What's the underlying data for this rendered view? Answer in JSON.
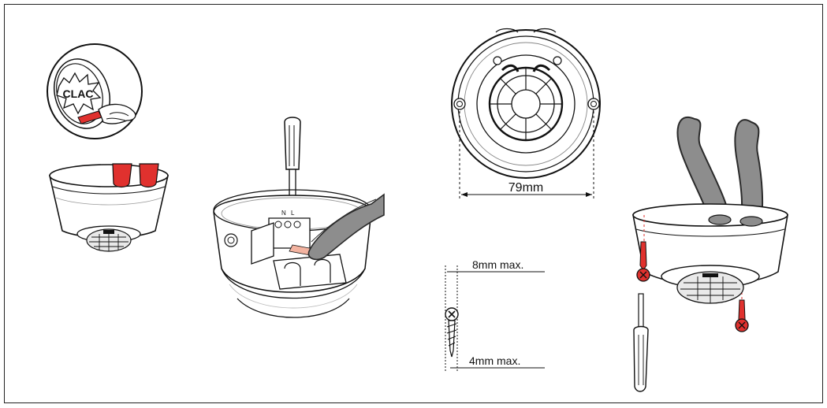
{
  "labels": {
    "clac": "CLAC",
    "terminal_n": "N",
    "terminal_l": "L",
    "diameter": "79mm",
    "screw_head_max": "8mm max.",
    "screw_shank_max": "4mm max."
  },
  "colors": {
    "accent_red": "#e0312e",
    "cable_grey": "#8d8d8d",
    "cable_outline": "#2a2a2a",
    "line": "#1a1a1a"
  },
  "icons": {
    "screwdriver": "screwdriver-icon",
    "screw": "screw-icon"
  }
}
